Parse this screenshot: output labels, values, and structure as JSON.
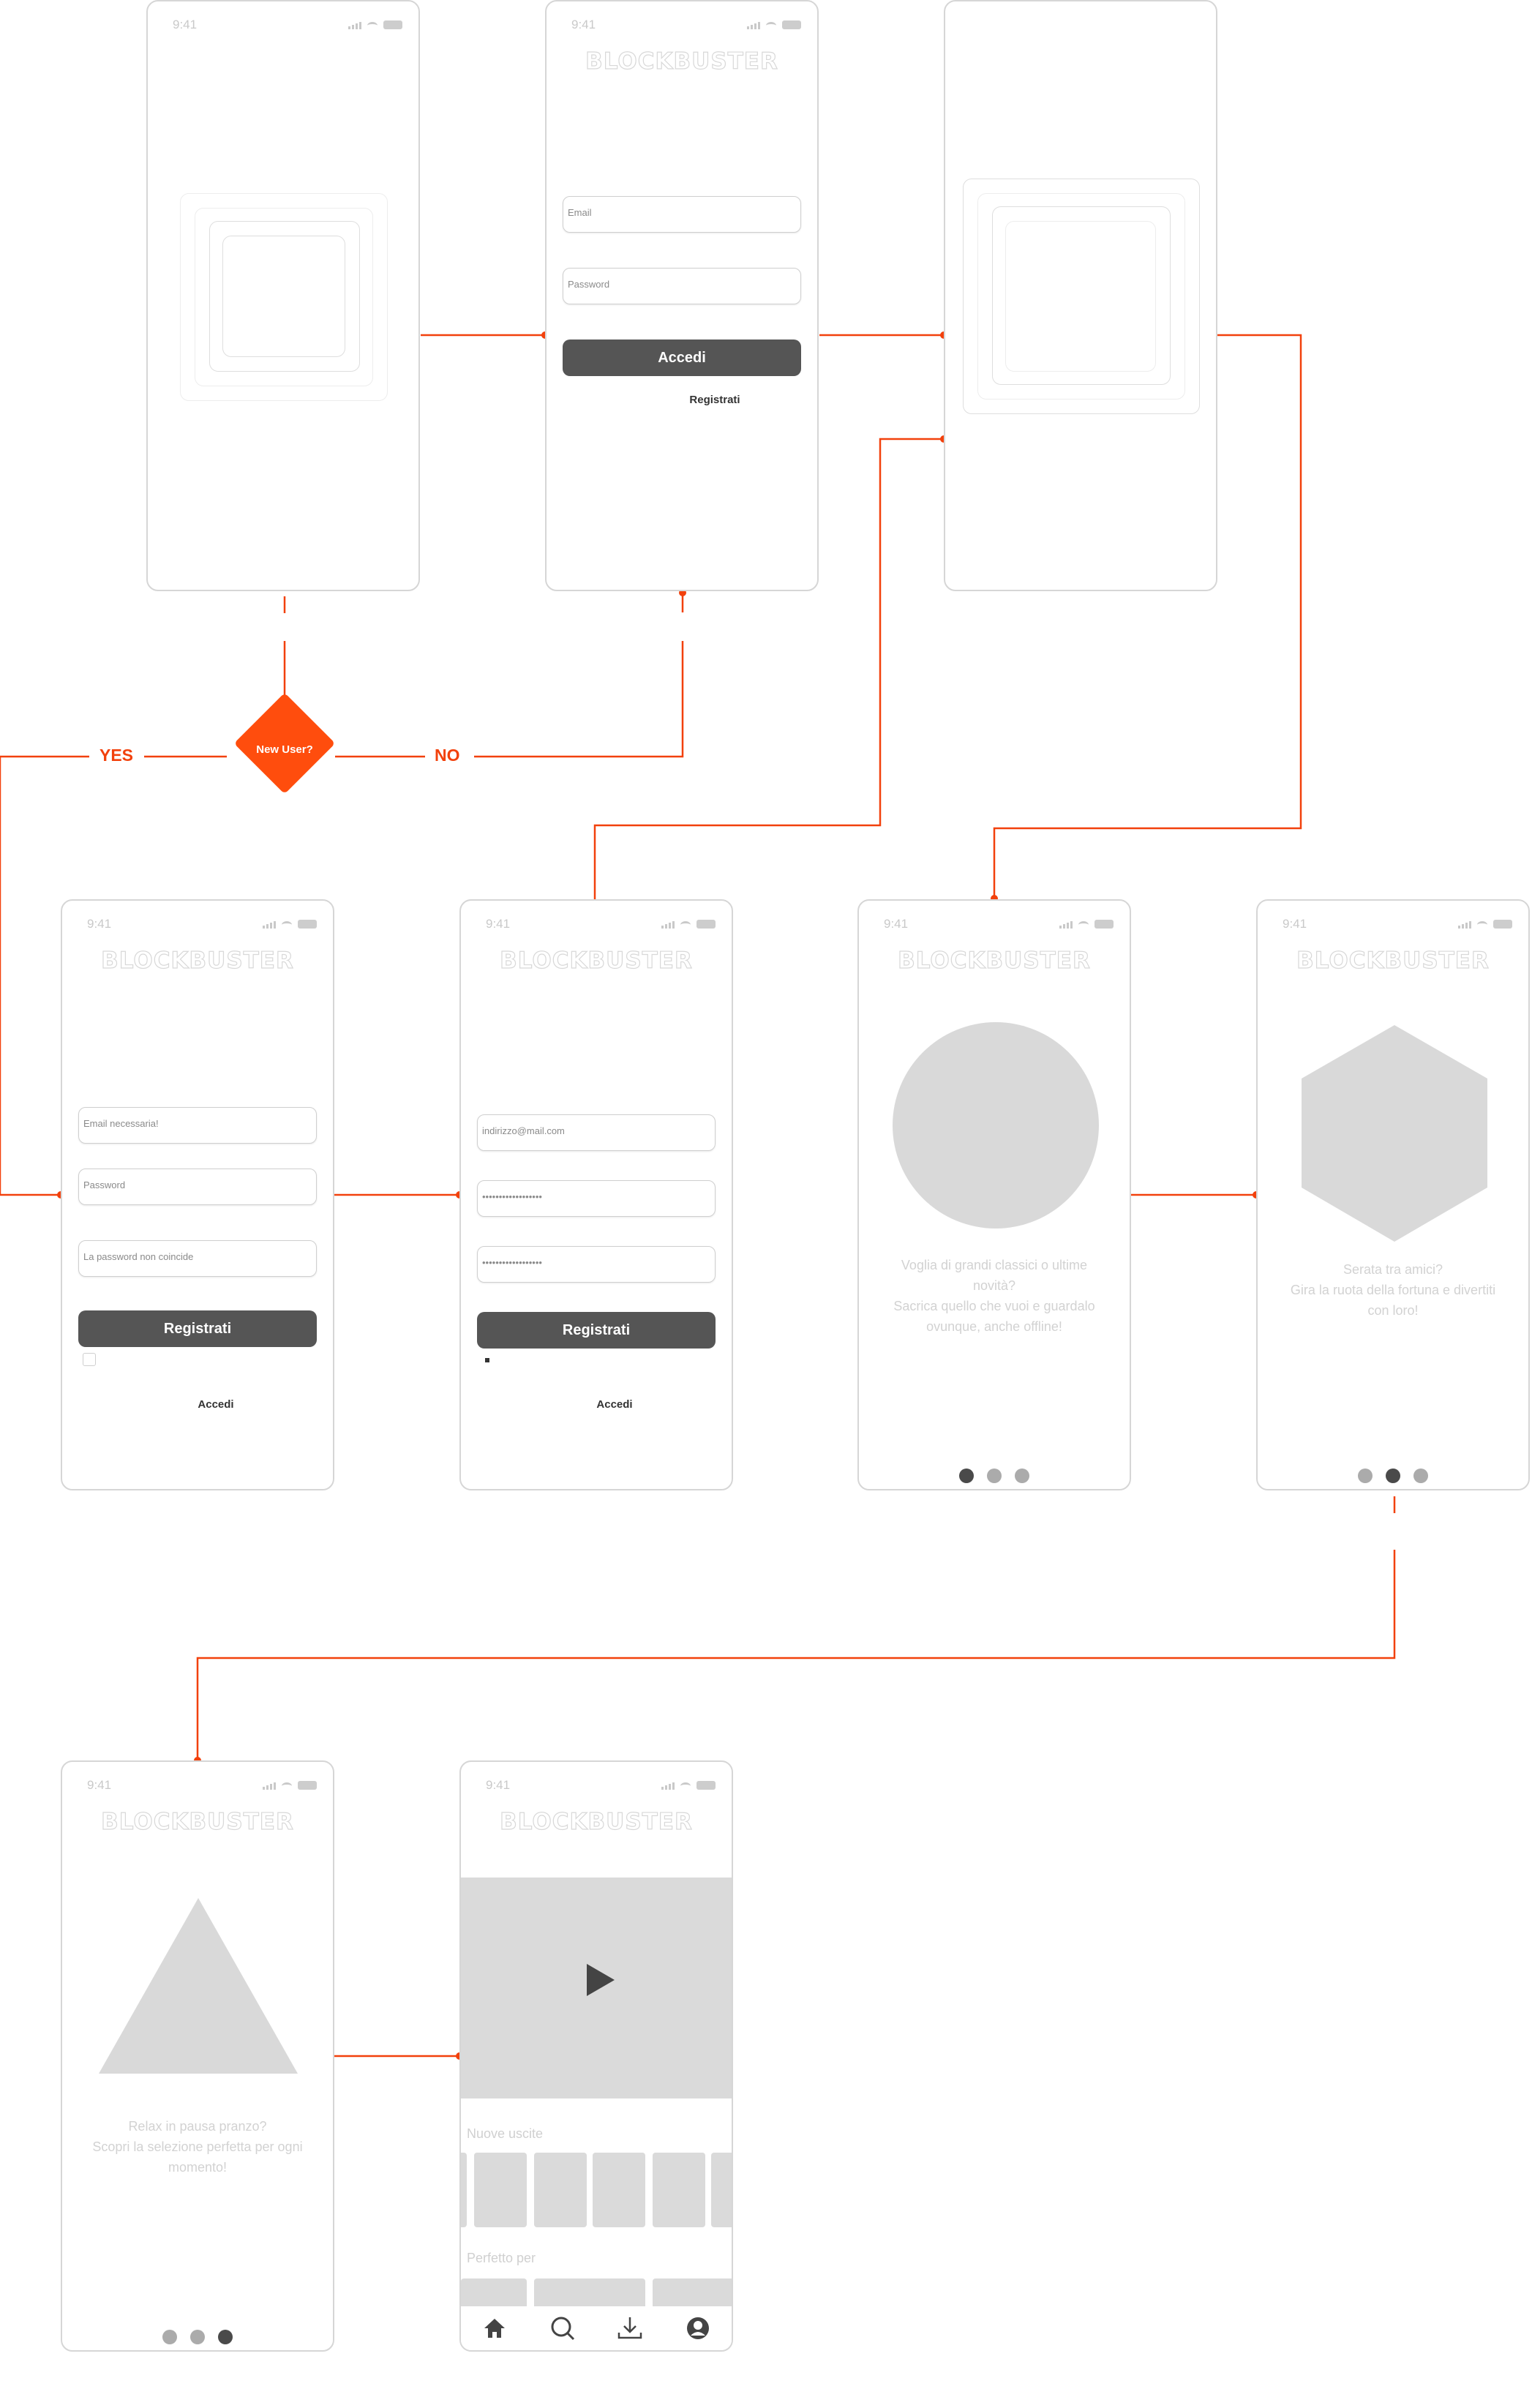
{
  "status": {
    "time": "9:41"
  },
  "brand": {
    "logo": "BLOCKBUSTER"
  },
  "decision": {
    "question": "New User?",
    "yes": "YES",
    "no": "NO"
  },
  "login": {
    "email_placeholder": "Email",
    "password_placeholder": "Password",
    "submit_label": "Accedi",
    "register_link": "Registrati"
  },
  "register_error": {
    "email_placeholder": "Email necessaria!",
    "password_placeholder": "Password",
    "confirm_placeholder": "La password non coincide",
    "submit_label": "Registrati",
    "login_link": "Accedi"
  },
  "register_filled": {
    "email_value": "indirizzo@mail.com",
    "password_value": "••••••••••••••••••",
    "confirm_value": "••••••••••••••••••",
    "submit_label": "Registrati",
    "login_link": "Accedi"
  },
  "onboarding": [
    {
      "caption_1": "Voglia di grandi classici o ultime",
      "caption_2": "novità?",
      "caption_3": "Sacrica quello che vuoi e guardalo",
      "caption_4": "ovunque, anche offline!",
      "active_dot": 0
    },
    {
      "caption_1": "Serata tra amici?",
      "caption_2": "Gira la ruota della fortuna e divertiti",
      "caption_3": "con loro!",
      "active_dot": 1
    },
    {
      "caption_1": "Relax in pausa pranzo?",
      "caption_2": "Scopri la selezione perfetta per ogni",
      "caption_3": "momento!",
      "active_dot": 2
    }
  ],
  "home": {
    "section_new": "Nuove uscite",
    "section_perfect": "Perfetto per",
    "tabs": [
      "home-icon",
      "search-icon",
      "download-icon",
      "profile-icon"
    ]
  },
  "colors": {
    "accent": "#ff4d0d",
    "line": "#f2410c",
    "button": "#555555",
    "placeholder": "#dadada"
  }
}
